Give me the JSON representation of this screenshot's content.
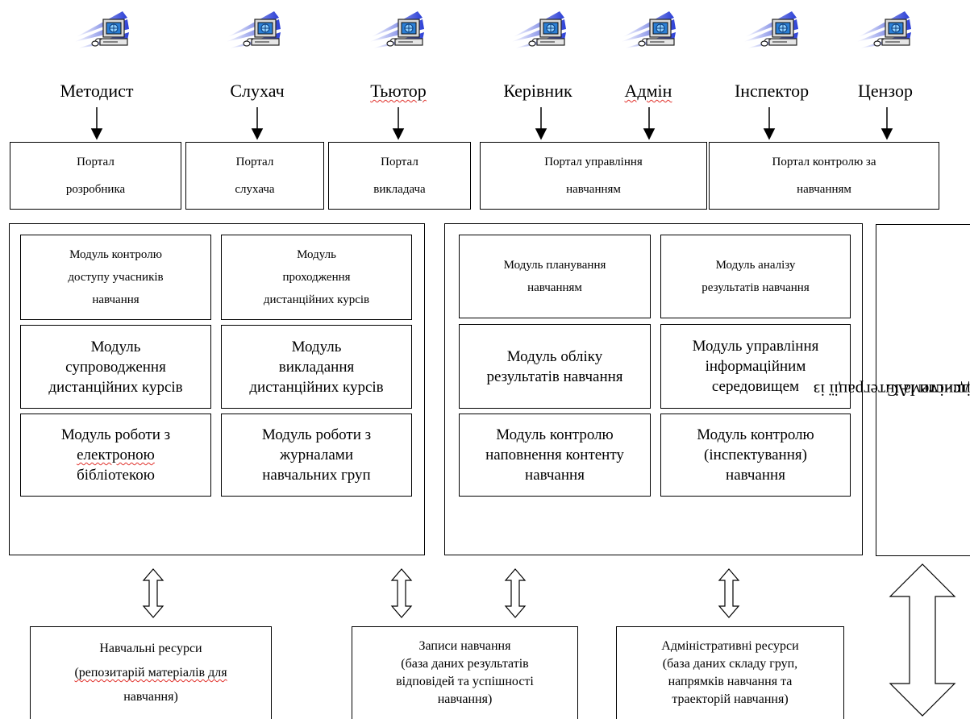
{
  "roles": [
    "Методист",
    "Слухач",
    "Тьютор",
    "Керівник",
    "Адмін",
    "Інспектор",
    "Цензор"
  ],
  "portals": [
    {
      "line1": "Портал",
      "line2": "розробника"
    },
    {
      "line1": "Портал",
      "line2": "слухача"
    },
    {
      "line1": "Портал",
      "line2": "викладача"
    },
    {
      "line1": "Портал управління",
      "line2": "навчанням"
    },
    {
      "line1": "Портал контролю за",
      "line2": "навчанням"
    }
  ],
  "modules": {
    "left": [
      {
        "lines": [
          "Модуль контролю",
          "доступу учасників",
          "навчання"
        ]
      },
      {
        "lines": [
          "Модуль",
          "проходження",
          "дистанційних курсів"
        ]
      },
      {
        "lines": [
          "Модуль",
          "супроводження",
          "дистанційних курсів"
        ]
      },
      {
        "lines": [
          "Модуль",
          "викладання",
          "дистанційних курсів"
        ]
      },
      {
        "lines": [
          "Модуль роботи з",
          "електроною",
          "бібліотекою"
        ]
      },
      {
        "lines": [
          "Модуль роботи з",
          "журналами",
          "навчальних груп"
        ]
      }
    ],
    "right": [
      {
        "lines": [
          "Модуль планування",
          "навчанням"
        ]
      },
      {
        "lines": [
          "Модуль аналізу",
          "результатів навчання"
        ]
      },
      {
        "lines": [
          "Модуль обліку",
          "результатів навчання"
        ]
      },
      {
        "lines": [
          "Модуль управління",
          "інформаційним",
          "середовищем"
        ]
      },
      {
        "lines": [
          "Модуль контролю",
          "наповнення контенту",
          "навчання"
        ]
      },
      {
        "lines": [
          "Модуль контролю",
          "(інспектування)",
          "навчання"
        ]
      }
    ]
  },
  "integration": {
    "line1": "Підсистема інтеграції із",
    "line2": "зовнішніми ІАС"
  },
  "resources": [
    {
      "lines": [
        "Навчальні ресурси",
        "(репозитарій матеріалів для",
        "навчання)"
      ]
    },
    {
      "lines": [
        "Записи навчання",
        "(база даних результатів",
        "відповідей та успішності",
        "навчання)"
      ]
    },
    {
      "lines": [
        "Адміністративні ресурси",
        "(база даних складу груп,",
        "напрямків навчання та",
        "траекторій навчання)"
      ]
    }
  ],
  "colors": {
    "accent": "#3a4fd8",
    "spellcheck": "#e0302a"
  }
}
